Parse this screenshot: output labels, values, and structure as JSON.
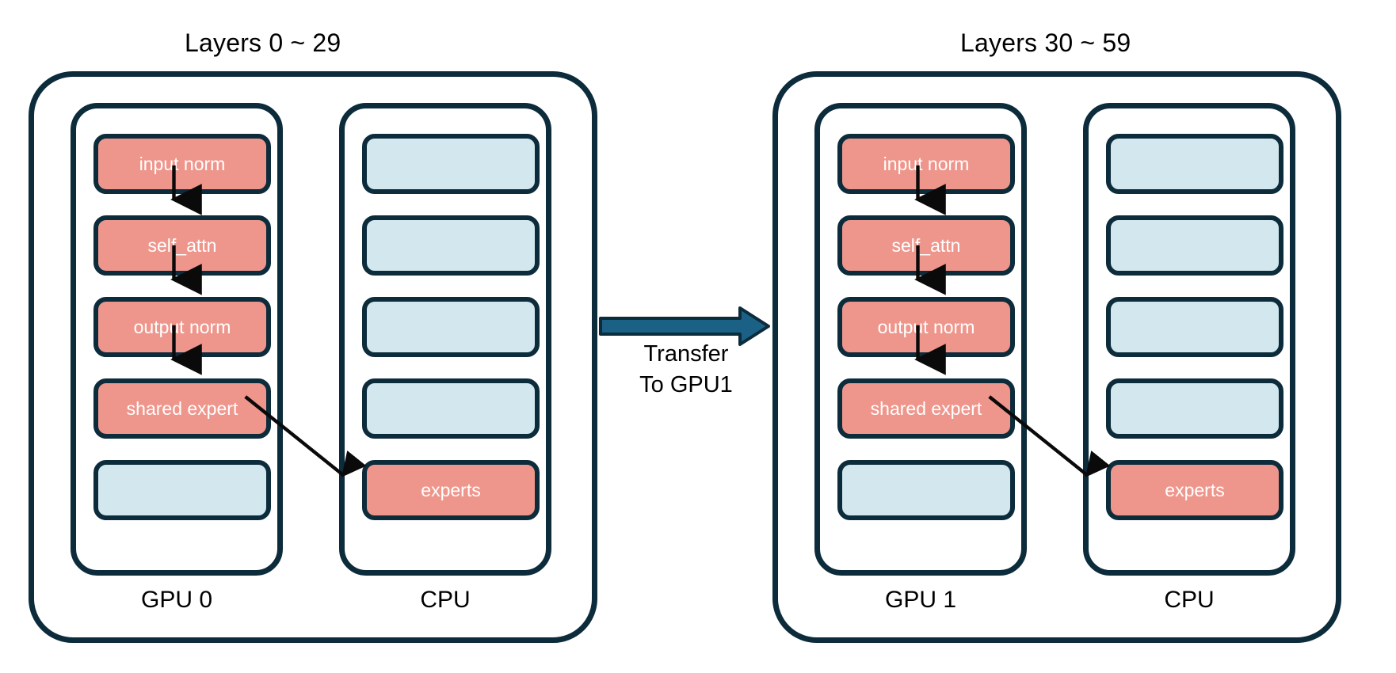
{
  "diagram": {
    "title": "MoE layer offload across GPU 0 / GPU 1 with CPU-resident experts",
    "colors": {
      "active_block": "#EF968C",
      "idle_block": "#D2E7EE",
      "outline": "#0C2B3B",
      "transfer_arrow": "#1B6186",
      "background": "#FFFFFF"
    }
  },
  "panels": [
    {
      "id": "panel-left",
      "title": "Layers 0 ~ 29",
      "columns": [
        {
          "id": "gpu-0",
          "label": "GPU 0",
          "kind": "gpu",
          "slots": [
            {
              "label": "input norm",
              "state": "active"
            },
            {
              "label": "self_attn",
              "state": "active"
            },
            {
              "label": "output norm",
              "state": "active"
            },
            {
              "label": "shared expert",
              "state": "active"
            },
            {
              "label": "",
              "state": "idle"
            }
          ]
        },
        {
          "id": "cpu-0",
          "label": "CPU",
          "kind": "cpu",
          "slots": [
            {
              "label": "",
              "state": "idle"
            },
            {
              "label": "",
              "state": "idle"
            },
            {
              "label": "",
              "state": "idle"
            },
            {
              "label": "",
              "state": "idle"
            },
            {
              "label": "experts",
              "state": "active"
            }
          ]
        }
      ]
    },
    {
      "id": "panel-right",
      "title": "Layers 30 ~ 59",
      "columns": [
        {
          "id": "gpu-1",
          "label": "GPU 1",
          "kind": "gpu",
          "slots": [
            {
              "label": "input norm",
              "state": "active"
            },
            {
              "label": "self_attn",
              "state": "active"
            },
            {
              "label": "output norm",
              "state": "active"
            },
            {
              "label": "shared expert",
              "state": "active"
            },
            {
              "label": "",
              "state": "idle"
            }
          ]
        },
        {
          "id": "cpu-1",
          "label": "CPU",
          "kind": "cpu",
          "slots": [
            {
              "label": "",
              "state": "idle"
            },
            {
              "label": "",
              "state": "idle"
            },
            {
              "label": "",
              "state": "idle"
            },
            {
              "label": "",
              "state": "idle"
            },
            {
              "label": "experts",
              "state": "active"
            }
          ]
        }
      ]
    }
  ],
  "transfer": {
    "line1": "Transfer",
    "line2": "To GPU1",
    "direction": "left-to-right"
  }
}
